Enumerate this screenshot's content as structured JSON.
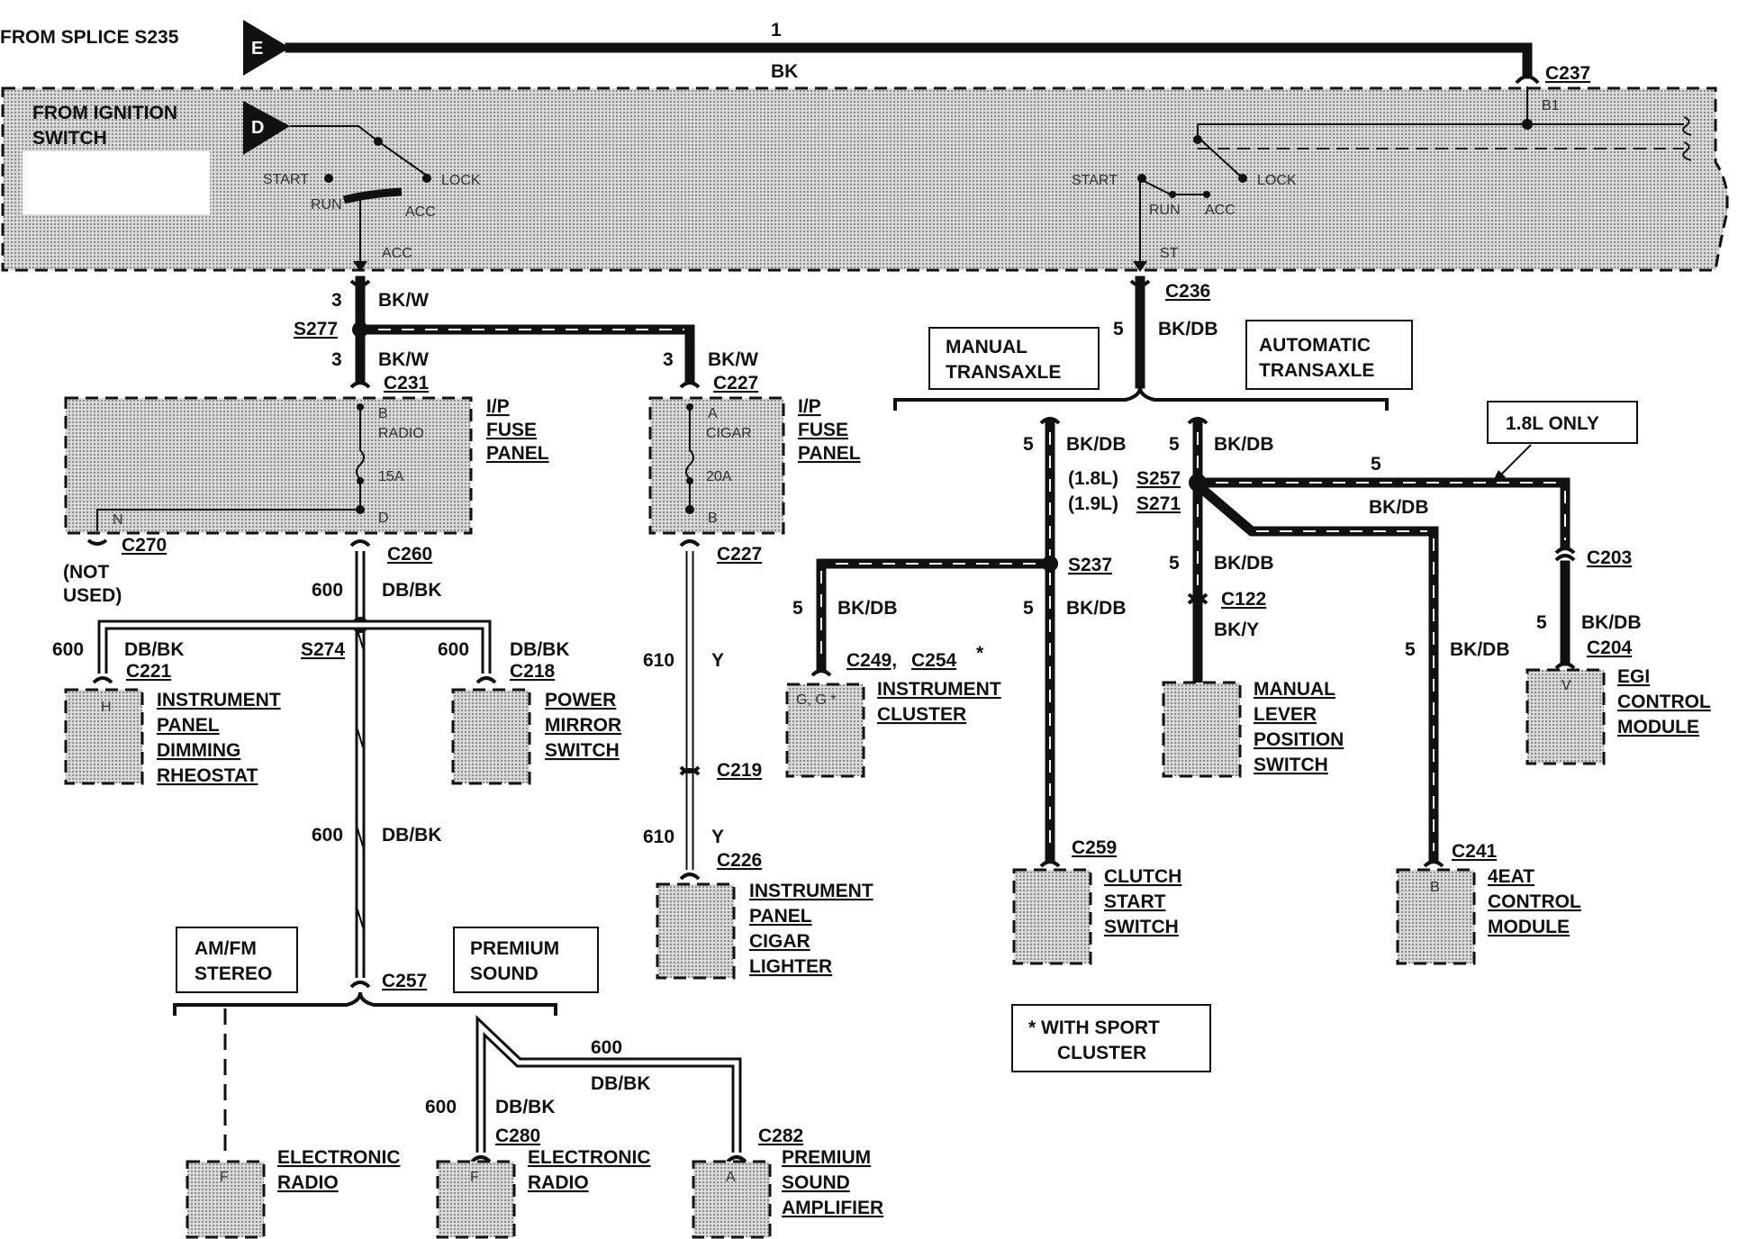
{
  "wires": {
    "top_circuit": "1",
    "top_color": "BK",
    "bkw_circuit": "3",
    "bkw_color": "BK/W",
    "bkdb_circuit": "5",
    "bkdb_color": "BK/DB",
    "bky_color": "BK/Y",
    "dbbk_circuit": "600",
    "dbbk_color": "DB/BK",
    "y_circuit": "610",
    "y_color": "Y"
  },
  "ignition": {
    "from_splice": "FROM SPLICE S235",
    "from_switch_line1": "FROM IGNITION",
    "from_switch_line2": "SWITCH",
    "flag_e": "E",
    "flag_d": "D",
    "start": "START",
    "run": "RUN",
    "acc": "ACC",
    "lock": "LOCK",
    "st": "ST",
    "b1": "B1"
  },
  "connectors": {
    "c237": "C237",
    "c236": "C236",
    "c231": "C231",
    "c227": "C227",
    "c270": "C270",
    "c260": "C260",
    "c221": "C221",
    "c218": "C218",
    "c219": "C219",
    "c226": "C226",
    "c257": "C257",
    "c280": "C280",
    "c282": "C282",
    "c249": "C249,",
    "c254": "C254",
    "c259": "C259",
    "c122": "C122",
    "c203": "C203",
    "c204": "C204",
    "c241": "C241"
  },
  "splices": {
    "s277": "S277",
    "s274": "S274",
    "s237": "S237",
    "s257": "S257",
    "s271": "S271",
    "s257_tag": "(1.8L)",
    "s271_tag": "(1.9L)"
  },
  "fuses": {
    "panel_line1": "I/P",
    "panel_line2": "FUSE",
    "panel_line3": "PANEL",
    "radio_b": "B",
    "radio_name": "RADIO",
    "radio_amp": "15A",
    "radio_d": "D",
    "radio_n": "N",
    "cigar_a": "A",
    "cigar_name": "CIGAR",
    "cigar_amp": "20A",
    "cigar_b": "B"
  },
  "not_used": {
    "line1": "(NOT",
    "line2": "USED)"
  },
  "options": {
    "manual_line1": "MANUAL",
    "manual_line2": "TRANSAXLE",
    "auto_line1": "AUTOMATIC",
    "auto_line2": "TRANSAXLE",
    "only_18": "1.8L ONLY",
    "amfm_line1": "AM/FM",
    "amfm_line2": "STEREO",
    "premium_line1": "PREMIUM",
    "premium_line2": "SOUND",
    "sport_line1": "*  WITH SPORT",
    "sport_line2": "CLUSTER",
    "asterisk": "*"
  },
  "components": {
    "dimming": {
      "pin": "H",
      "l1": "INSTRUMENT",
      "l2": "PANEL",
      "l3": "DIMMING",
      "l4": "RHEOSTAT"
    },
    "mirror": {
      "l1": "POWER",
      "l2": "MIRROR",
      "l3": "SWITCH"
    },
    "cluster": {
      "pin": "G, G *",
      "l1": "INSTRUMENT",
      "l2": "CLUSTER"
    },
    "lighter": {
      "l1": "INSTRUMENT",
      "l2": "PANEL",
      "l3": "CIGAR",
      "l4": "LIGHTER"
    },
    "clutch": {
      "l1": "CLUTCH",
      "l2": "START",
      "l3": "SWITCH"
    },
    "lever": {
      "l1": "MANUAL",
      "l2": "LEVER",
      "l3": "POSITION",
      "l4": "SWITCH"
    },
    "eat": {
      "pin": "B",
      "l1": "4EAT",
      "l2": "CONTROL",
      "l3": "MODULE"
    },
    "egi": {
      "pin": "V",
      "l1": "EGI",
      "l2": "CONTROL",
      "l3": "MODULE"
    },
    "radio1": {
      "pin": "F",
      "l1": "ELECTRONIC",
      "l2": "RADIO"
    },
    "radio2": {
      "pin": "F",
      "l1": "ELECTRONIC",
      "l2": "RADIO"
    },
    "amplifier": {
      "pin": "A",
      "l1": "PREMIUM",
      "l2": "SOUND",
      "l3": "AMPLIFIER"
    }
  }
}
